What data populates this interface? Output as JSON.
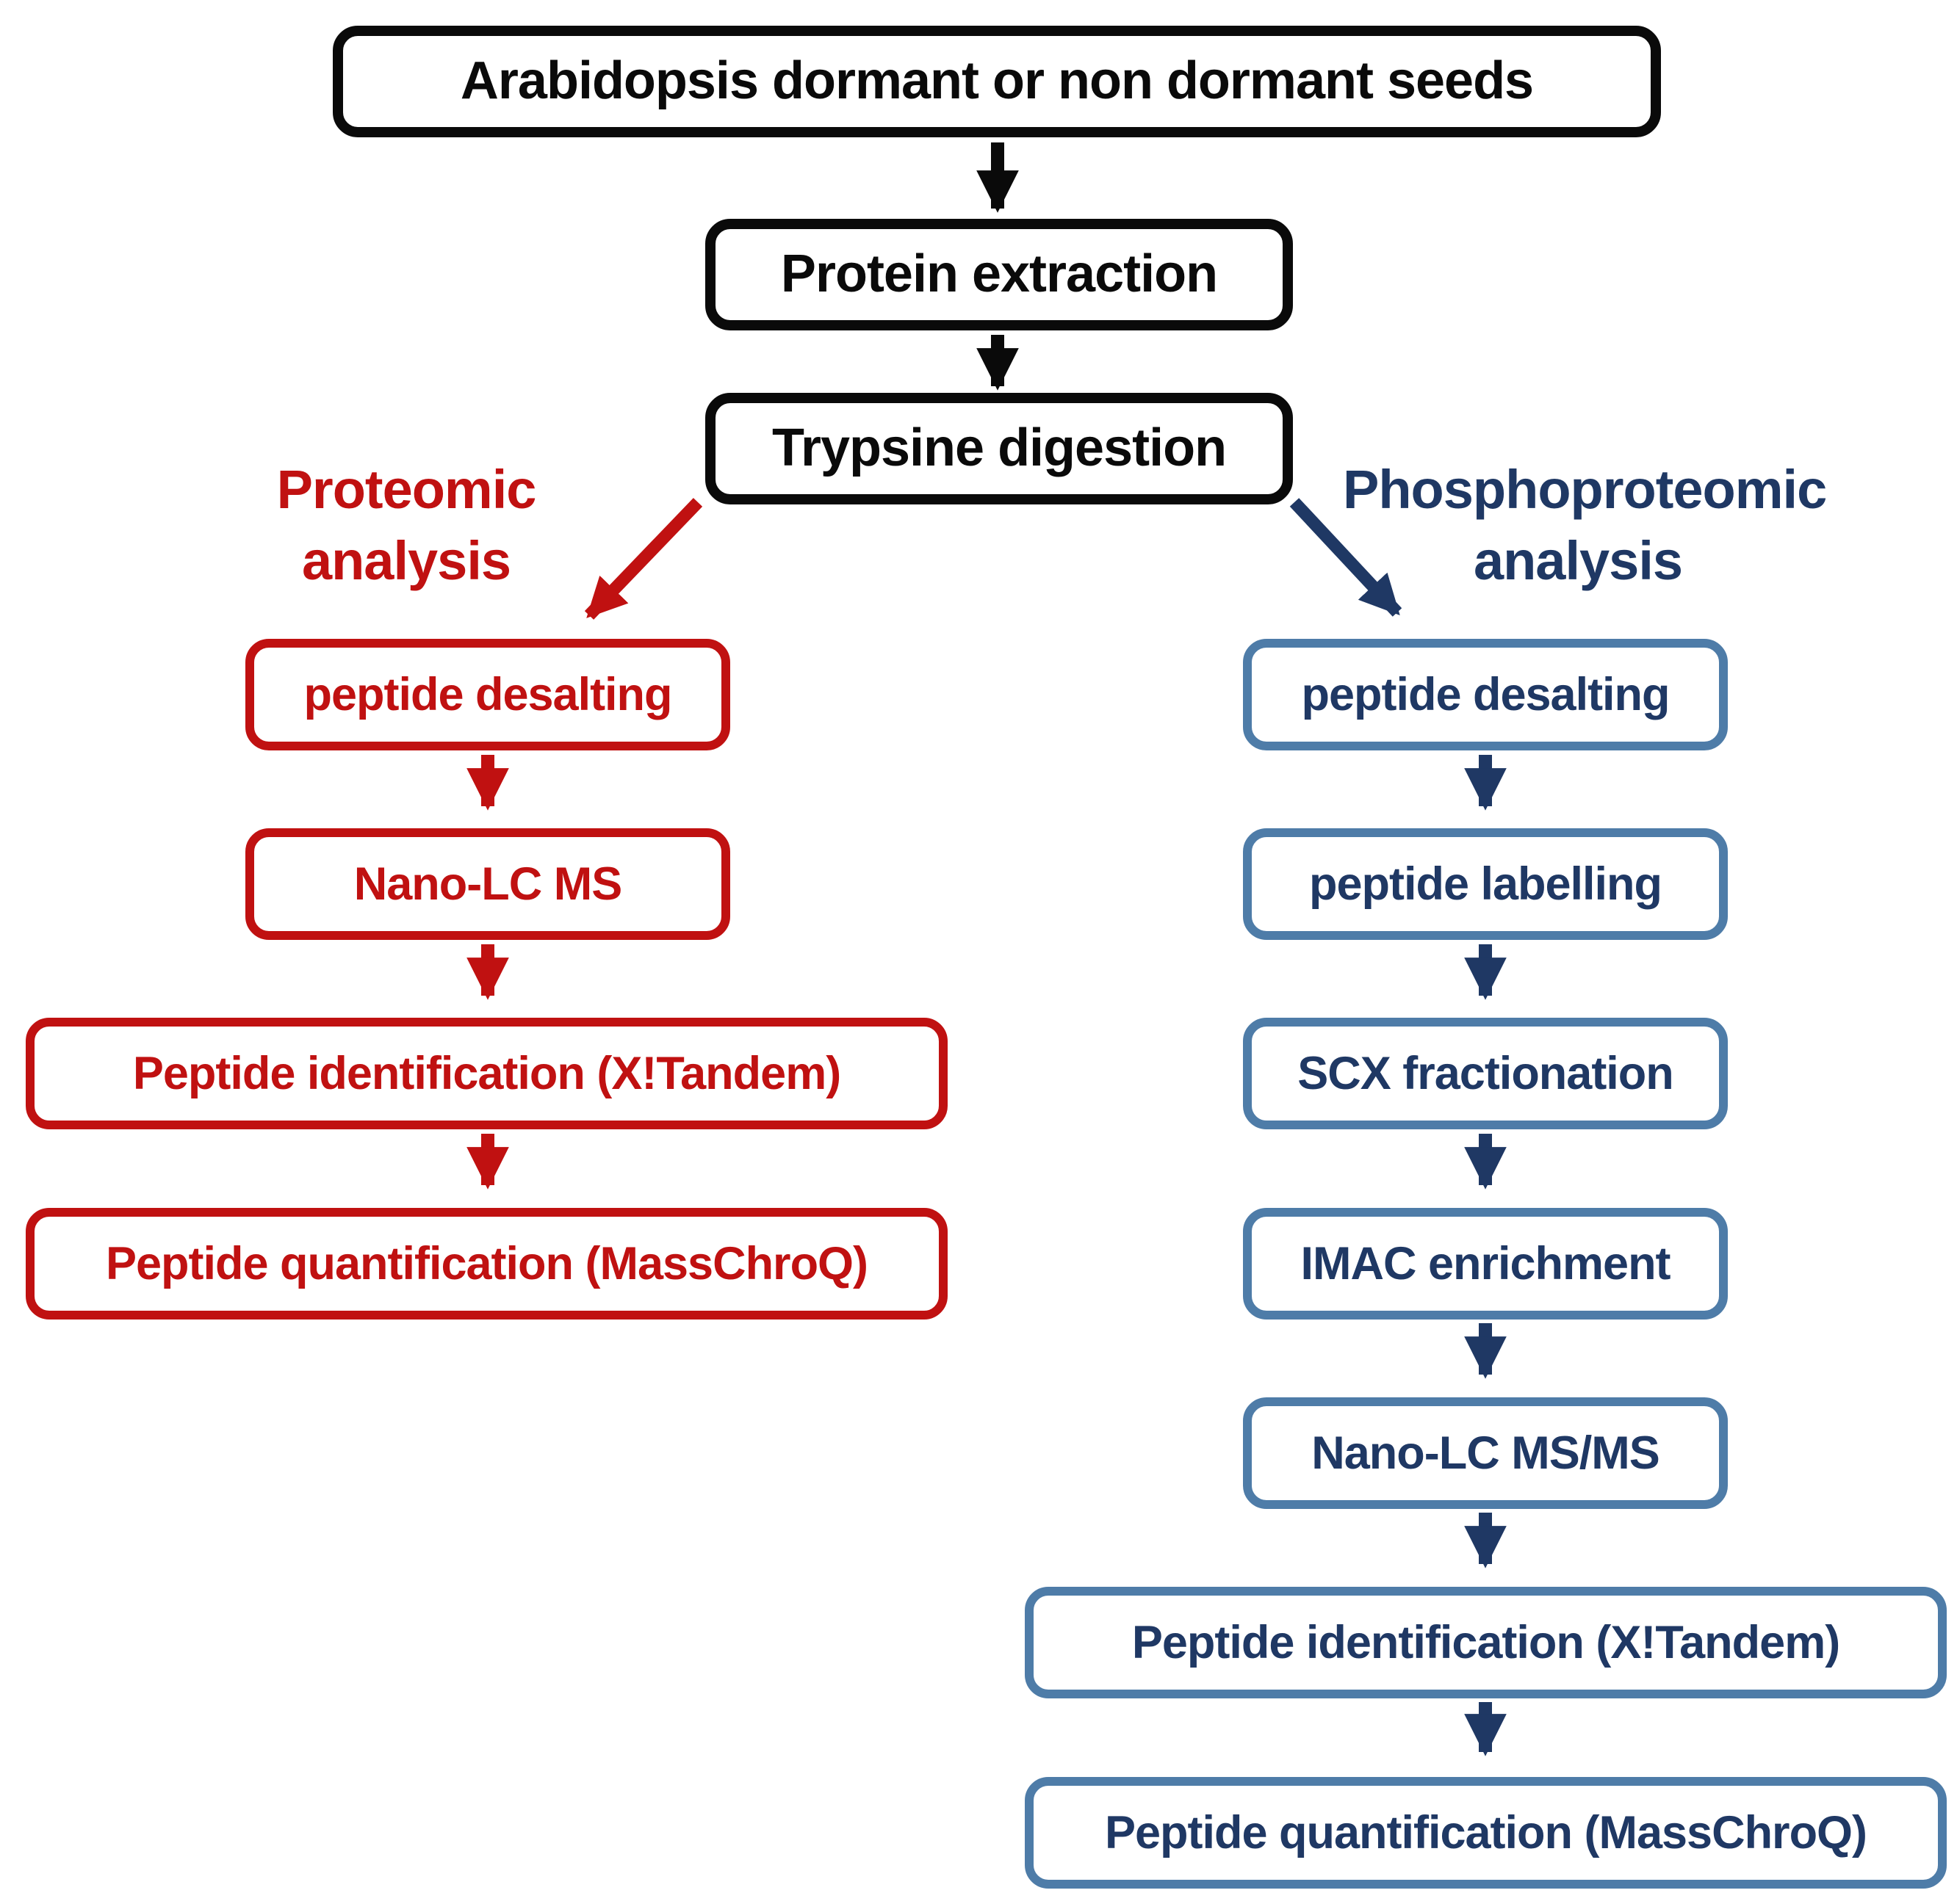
{
  "figure": {
    "type": "flowchart",
    "background": "#ffffff"
  },
  "colors": {
    "main": "#0a0a0a",
    "proteomic": "#c01111",
    "phospho_text": "#1f3864",
    "phospho_border": "#4e7ca8",
    "background": "#ffffff"
  },
  "main_flow": {
    "steps": [
      "Arabidopsis dormant or non dormant seeds",
      "Protein extraction",
      "Trypsine digestion"
    ]
  },
  "proteomic_branch": {
    "label_lines": [
      "Proteomic",
      "analysis"
    ],
    "steps": [
      "peptide desalting",
      "Nano-LC MS",
      "Peptide identification (X!Tandem)",
      "Peptide quantification (MassChroQ)"
    ]
  },
  "phosphoproteomic_branch": {
    "label_lines": [
      "Phosphoproteomic",
      "analysis"
    ],
    "steps": [
      "peptide desalting",
      "peptide labelling",
      "SCX fractionation",
      "IMAC enrichment",
      "Nano-LC MS/MS",
      "Peptide identification (X!Tandem)",
      "Peptide quantification (MassChroQ)"
    ]
  }
}
